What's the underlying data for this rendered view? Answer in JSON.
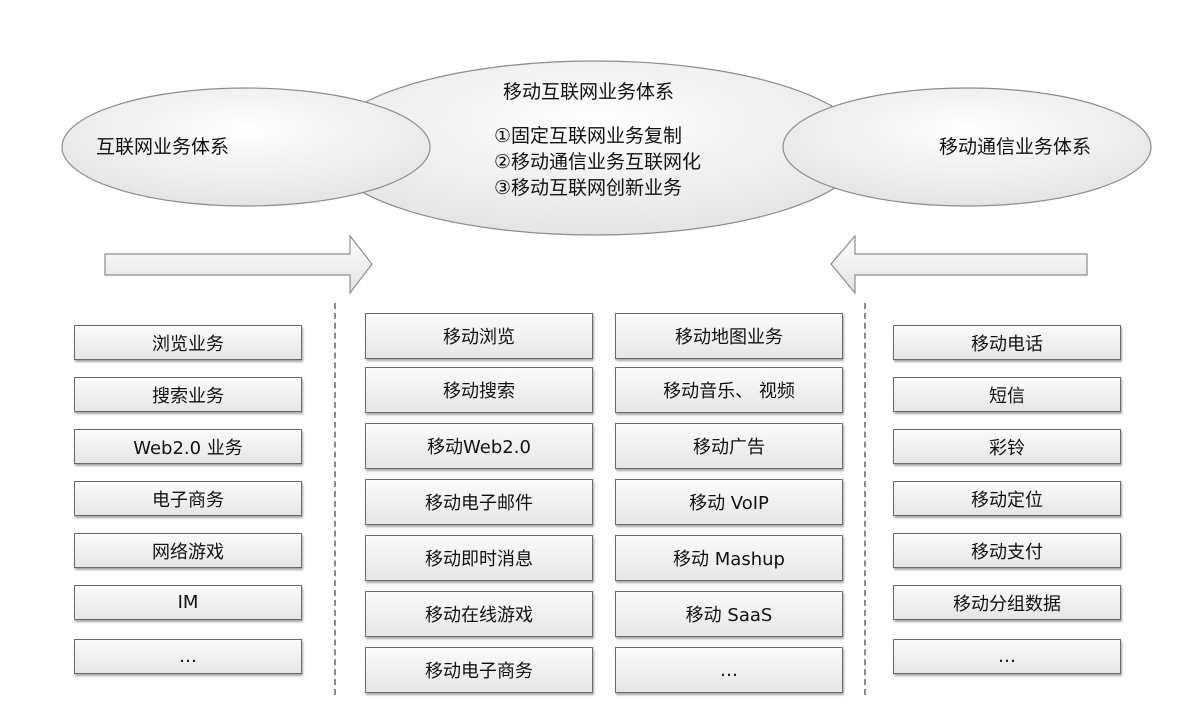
{
  "center_system": {
    "title": "移动互联网业务体系",
    "points": [
      "①固定互联网业务复制",
      "②移动通信业务互联网化",
      "③移动互联网创新业务"
    ]
  },
  "left_system": {
    "title": "互联网业务体系"
  },
  "right_system": {
    "title": "移动通信业务体系"
  },
  "left_column": [
    "浏览业务",
    "搜索业务",
    "Web2.0 业务",
    "电子商务",
    "网络游戏",
    "IM",
    "…"
  ],
  "middle_left_column": [
    "移动浏览",
    "移动搜索",
    "移动Web2.0",
    "移动电子邮件",
    "移动即时消息",
    "移动在线游戏",
    "移动电子商务"
  ],
  "middle_right_column": [
    "移动地图业务",
    "移动音乐、 视频",
    "移动广告",
    "移动 VoIP",
    "移动 Mashup",
    "移动 SaaS",
    "…"
  ],
  "right_column": [
    "移动电话",
    "短信",
    "彩铃",
    "移动定位",
    "移动支付",
    "移动分组数据",
    "…"
  ]
}
